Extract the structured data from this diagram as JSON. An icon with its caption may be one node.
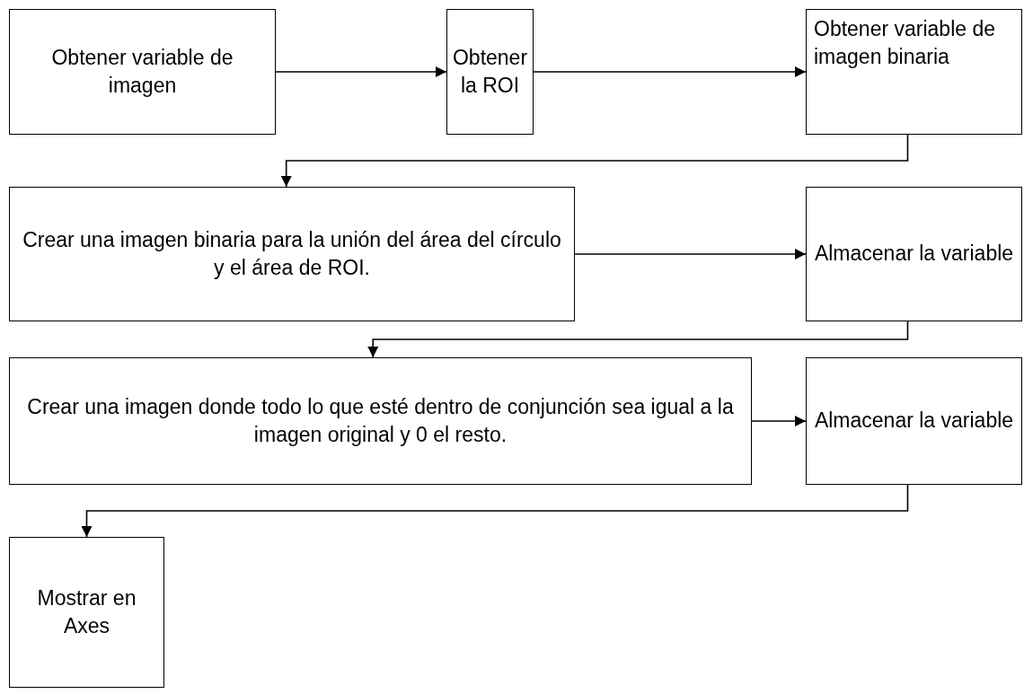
{
  "diagram": {
    "nodes": [
      {
        "text": [
          "Obtener variable de imagen"
        ]
      },
      {
        "text": [
          "Obtener la ROI"
        ]
      },
      {
        "text": [
          "Obtener variable de imagen binaria"
        ]
      },
      {
        "text": [
          "Crear una imagen binaria para la unión del área del círculo y el área de ROI."
        ]
      },
      {
        "text": [
          "Almacenar la variable"
        ]
      },
      {
        "text": [
          "Crear una imagen donde todo lo que esté dentro de conjunción sea igual a la imagen original y 0 el resto."
        ]
      },
      {
        "text": [
          "Almacenar la variable"
        ]
      },
      {
        "text": [
          "Mostrar en Axes"
        ]
      }
    ],
    "edges": [
      {
        "from": 0,
        "to": 1,
        "arrow": "to"
      },
      {
        "from": 1,
        "to": 2,
        "arrow": "to"
      },
      {
        "from": 2,
        "to": 3,
        "arrow": "to"
      },
      {
        "from": 3,
        "to": 4,
        "arrow": "to"
      },
      {
        "from": 4,
        "to": 5,
        "arrow": "to"
      },
      {
        "from": 5,
        "to": 6,
        "arrow": "to"
      },
      {
        "from": 6,
        "to": 7,
        "arrow": "to"
      }
    ]
  }
}
